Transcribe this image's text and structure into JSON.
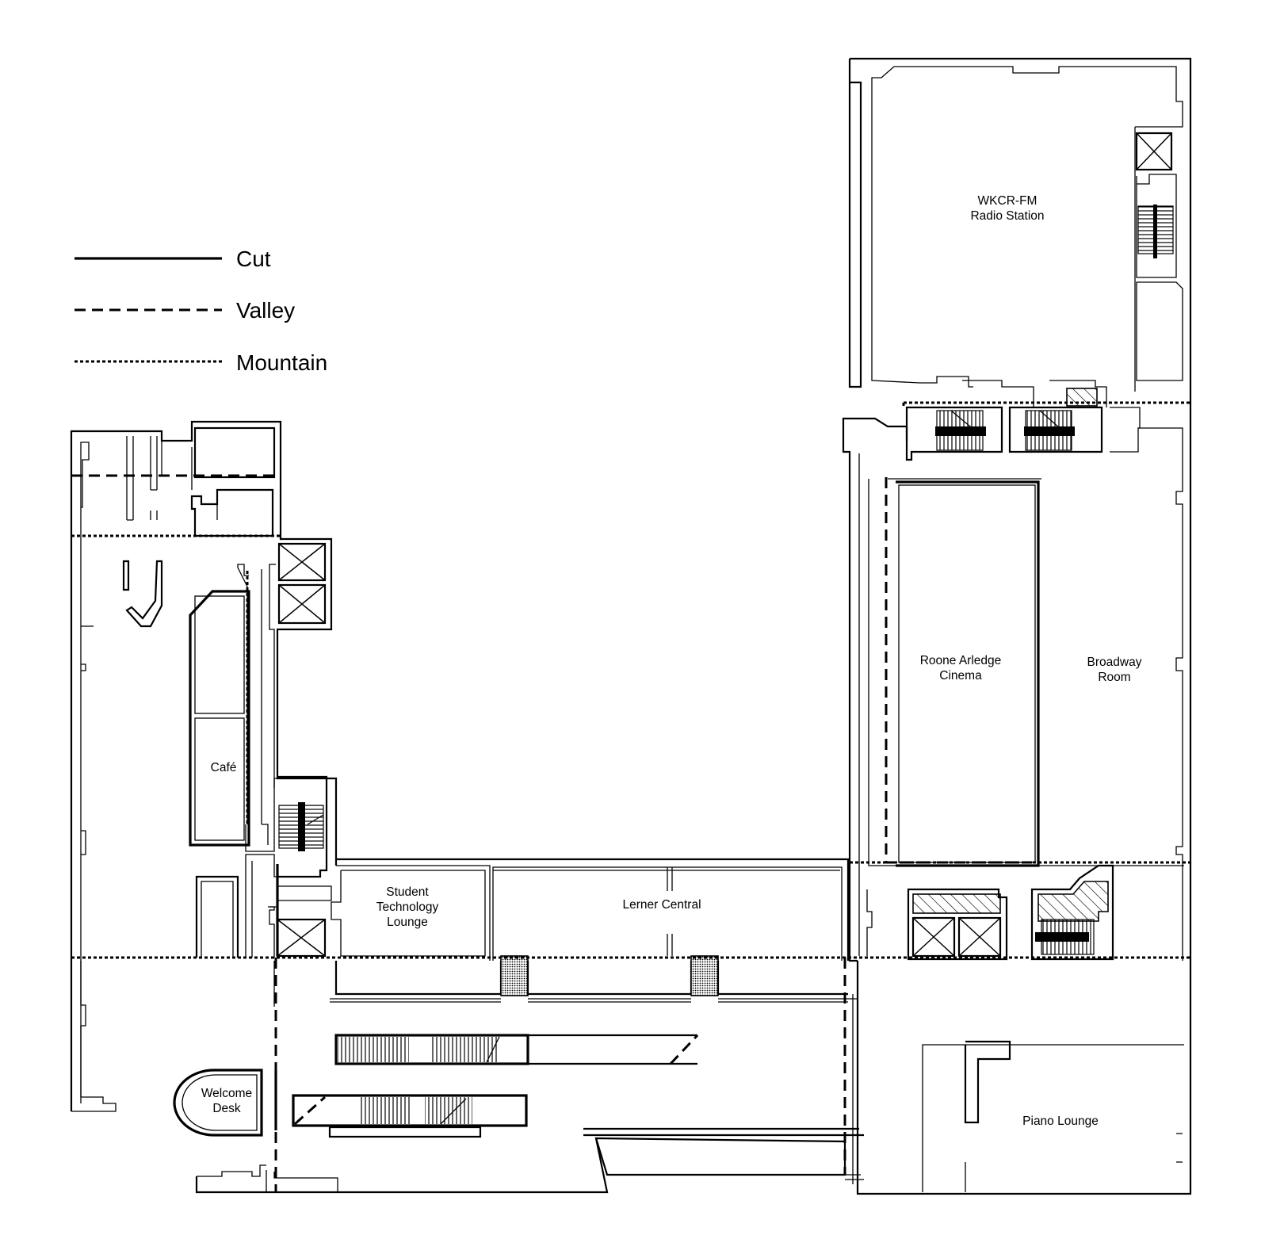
{
  "legend": {
    "cut": "Cut",
    "valley": "Valley",
    "mountain": "Mountain"
  },
  "rooms": {
    "wkcr": [
      "WKCR-FM",
      "Radio Station"
    ],
    "cinema": [
      "Roone Arledge",
      "Cinema"
    ],
    "broadway": [
      "Broadway",
      "Room"
    ],
    "cafe": "Café",
    "tech_lounge": [
      "Student",
      "Technology",
      "Lounge"
    ],
    "lerner_central": "Lerner Central",
    "welcome_desk": [
      "Welcome",
      "Desk"
    ],
    "piano_lounge": "Piano Lounge"
  },
  "line_styles": {
    "cut": "solid",
    "valley": "dashed",
    "mountain": "dotted"
  }
}
